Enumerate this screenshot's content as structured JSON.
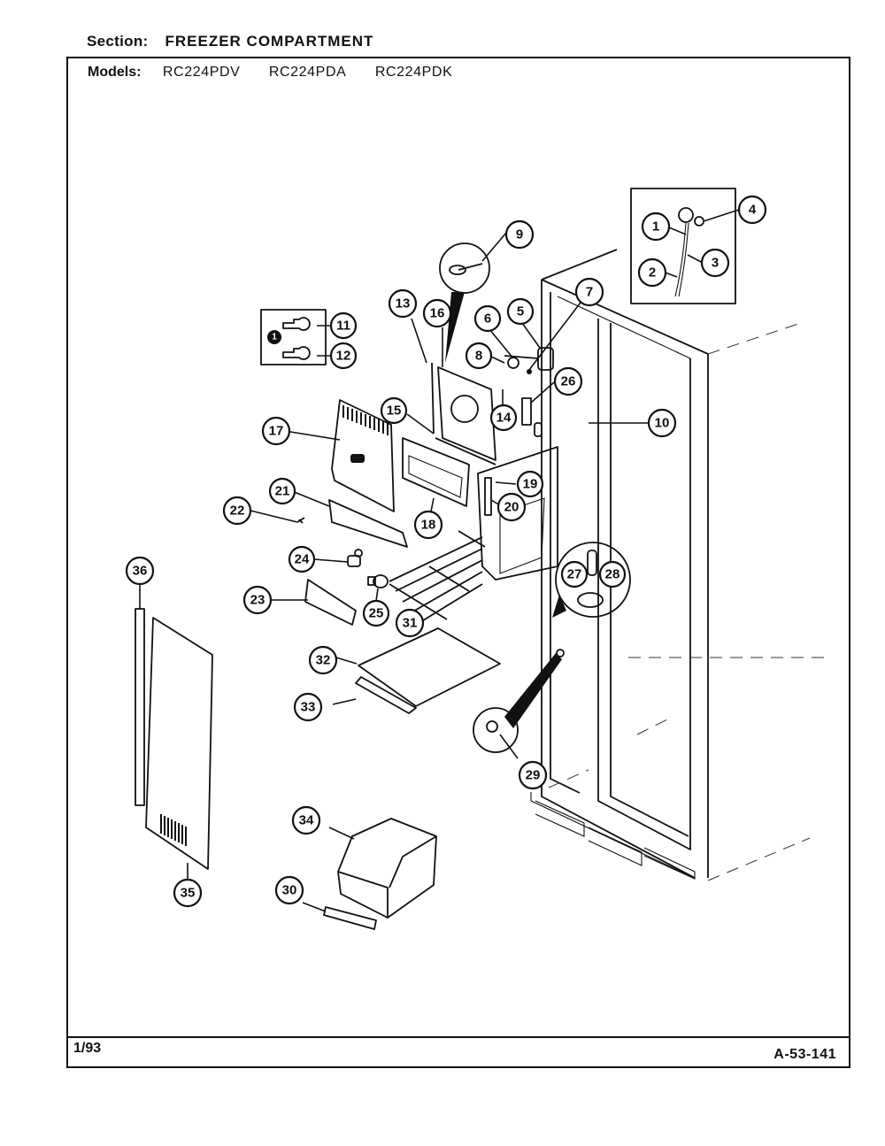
{
  "header": {
    "section_label": "Section:",
    "section_value": "FREEZER COMPARTMENT",
    "models_label": "Models:",
    "models": [
      "RC224PDV",
      "RC224PDA",
      "RC224PDK"
    ]
  },
  "footer": {
    "date": "1/93",
    "page_code": "A-53-141"
  },
  "diagram": {
    "title": "Exploded view - freezer compartment",
    "inset_marker": "1",
    "callouts": [
      "1",
      "2",
      "3",
      "4",
      "5",
      "6",
      "7",
      "8",
      "9",
      "10",
      "11",
      "12",
      "13",
      "14",
      "15",
      "16",
      "17",
      "18",
      "19",
      "20",
      "21",
      "22",
      "23",
      "24",
      "25",
      "26",
      "27",
      "28",
      "29",
      "30",
      "31",
      "32",
      "33",
      "34",
      "35",
      "36"
    ]
  }
}
